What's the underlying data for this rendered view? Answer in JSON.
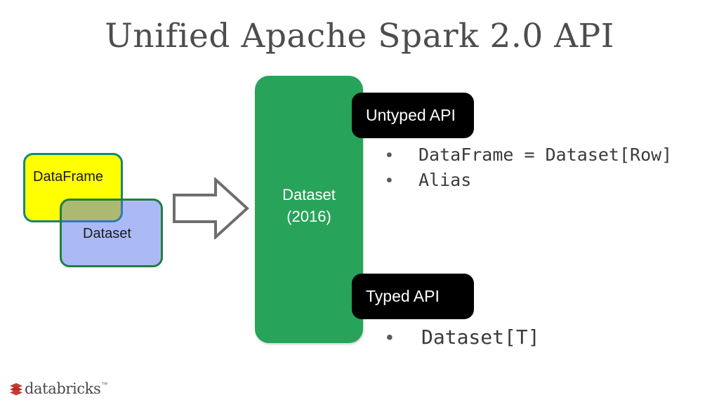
{
  "slide": {
    "title": "Unified Apache Spark 2.0 API",
    "background_color": "#ffffff",
    "title_color": "#4d4d4d"
  },
  "venn": {
    "dataframe": {
      "label": "DataFrame",
      "fill_color": "#ffff00",
      "border_color": "#15867a"
    },
    "dataset": {
      "label": "Dataset",
      "fill_color": "#506eeb",
      "border_color": "#1f8040"
    }
  },
  "arrow": {
    "icon": "right-block-arrow-icon",
    "stroke_color": "#6e6e6e",
    "fill_color": "#ffffff"
  },
  "dataset_panel": {
    "label": "Dataset\n(2016)",
    "name": "Dataset",
    "year": "(2016)",
    "fill_color": "#28a35a",
    "text_color": "#ffffff"
  },
  "api_sections": [
    {
      "badge_label": "Untyped API",
      "badge_color": "#000000",
      "badge_text_color": "#ffffff",
      "bullets": [
        "DataFrame = Dataset[Row]",
        "Alias"
      ]
    },
    {
      "badge_label": "Typed API",
      "badge_color": "#000000",
      "badge_text_color": "#ffffff",
      "bullets": [
        "Dataset[T]"
      ]
    }
  ],
  "bullet_marker": "•",
  "logo": {
    "wordmark": "databricks",
    "trademark": "™",
    "mark_icon": "databricks-stacked-layers-icon",
    "mark_color": "#c63b32",
    "wordmark_color": "#4a4a4a"
  }
}
